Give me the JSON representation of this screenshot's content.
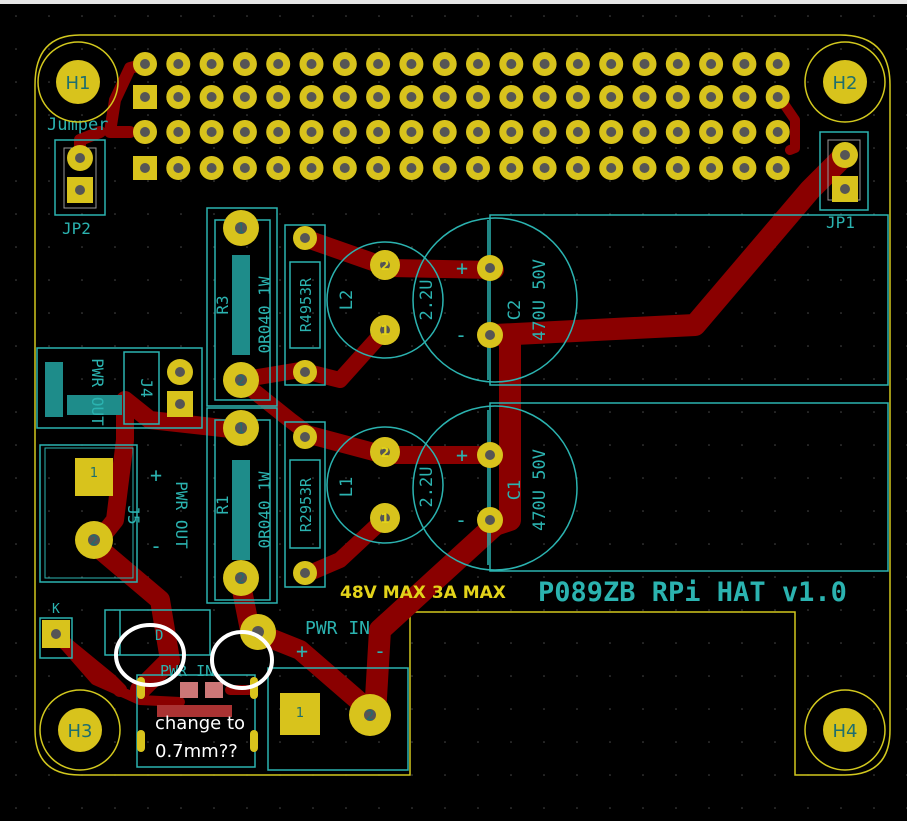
{
  "board": {
    "title": "P089ZB RPi HAT v1.0",
    "rating": "48V MAX 3A MAX"
  },
  "mounting_holes": [
    "H1",
    "H2",
    "H3",
    "H4"
  ],
  "header": {
    "label": "Jumper"
  },
  "jumpers": {
    "jp1": "JP1",
    "jp2": "JP2"
  },
  "components": {
    "r3": {
      "ref": "R3",
      "value": "0R040 1W"
    },
    "r1": {
      "ref": "R1",
      "value": "0R040 1W"
    },
    "r4": {
      "value": "R4953R"
    },
    "r2": {
      "value": "R2953R"
    },
    "l2": {
      "ref": "L2"
    },
    "l1": {
      "ref": "L1"
    },
    "c2": {
      "ref": "C2",
      "value": "470U 50V"
    },
    "c1": {
      "ref": "C1",
      "value": "470U 50V"
    },
    "ind2_value": "2.2U",
    "ind1_value": "2.2U",
    "j4": {
      "ref": "J4",
      "label": "PWR OUT"
    },
    "j5": {
      "ref": "J5",
      "label": "PWR OUT"
    },
    "pwr_in": "PWR IN",
    "pwr_in_small": "PWR IN",
    "d_ref": "D",
    "k_label": "K"
  },
  "pads": {
    "one": "1",
    "two": "2"
  },
  "symbols": {
    "plus": "+",
    "minus": "-"
  },
  "annotation": {
    "line1": "change to",
    "line2": "0.7mm??"
  },
  "colors": {
    "background": "#000000",
    "copper": "#8a0000",
    "pad": "#d8c31c",
    "silkscreen": "#2bb3b0",
    "edge": "#d2c81e",
    "annotation": "#ffffff"
  }
}
